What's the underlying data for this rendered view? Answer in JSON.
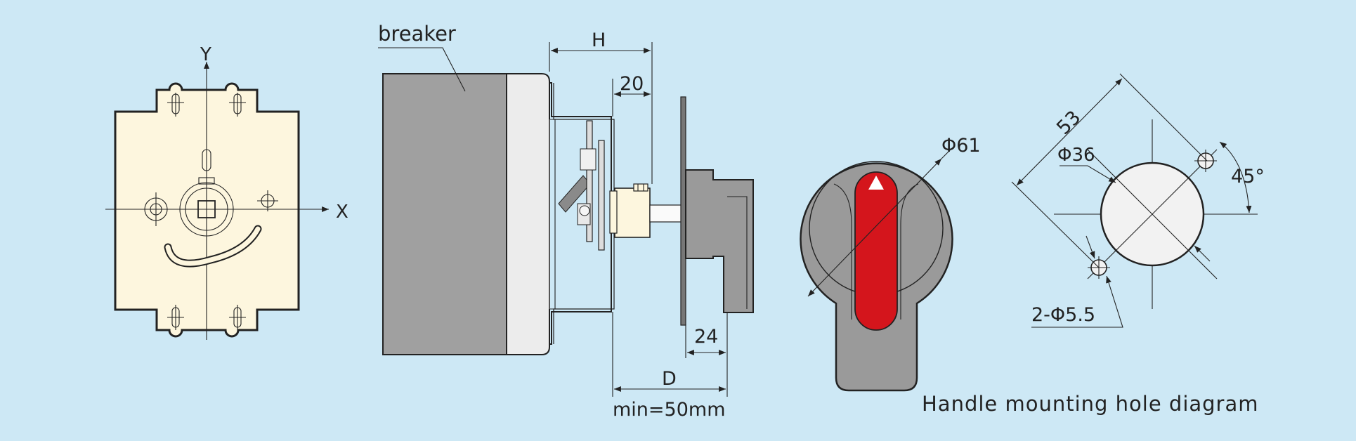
{
  "colors": {
    "background": "#cde8f5",
    "plate": "#fdf6de",
    "breaker_body": "#a0a0a0",
    "breaker_face": "#ececec",
    "handle_gray": "#9a9a9a",
    "handle_red": "#d4151c",
    "hole_fill": "#f2f2f2",
    "line": "#222222"
  },
  "front_view": {
    "axis_x": "X",
    "axis_y": "Y"
  },
  "side_view": {
    "breaker_label": "breaker",
    "dim_h": "H",
    "dim_20": "20",
    "dim_24": "24",
    "dim_d": "D",
    "min_note": "min=50mm"
  },
  "handle_view": {
    "diameter": "Φ61"
  },
  "hole_view": {
    "dim_53": "53",
    "diameter": "Φ36",
    "angle": "45°",
    "small_holes": "2-Φ5.5"
  },
  "caption": "Handle mounting hole diagram"
}
